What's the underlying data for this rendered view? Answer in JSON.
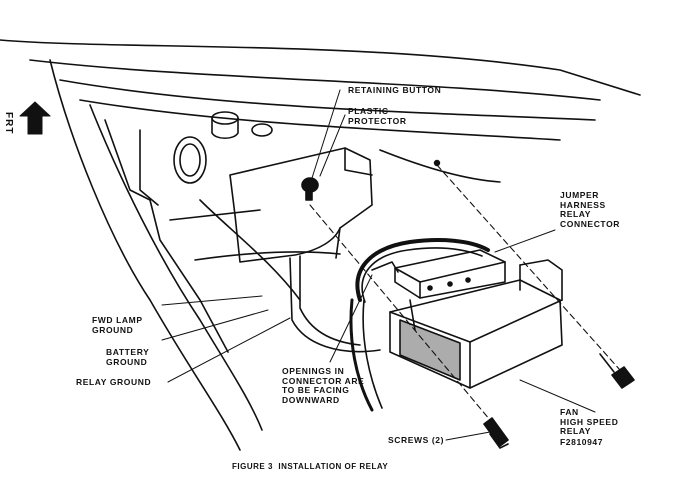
{
  "figure": {
    "caption": "FIGURE 3  INSTALLATION OF RELAY",
    "direction_label": "FRT",
    "direction_icon": "arrow-up-icon",
    "line_color": "#111111",
    "background_color": "#ffffff"
  },
  "callouts": {
    "retaining_button": "RETAINING BUTTON",
    "plastic_protector": "PLASTIC\nPROTECTOR",
    "jumper_harness": "JUMPER\nHARNESS\nRELAY\nCONNECTOR",
    "fwd_lamp_ground": "FWD LAMP\nGROUND",
    "battery_ground": "BATTERY\nGROUND",
    "relay_ground": "RELAY GROUND",
    "openings": "OPENINGS IN\nCONNECTOR ARE\nTO BE FACING\nDOWNWARD",
    "fan_relay": "FAN\nHIGH SPEED\nRELAY",
    "part_number": "F2810947",
    "screws": "SCREWS (2)"
  }
}
